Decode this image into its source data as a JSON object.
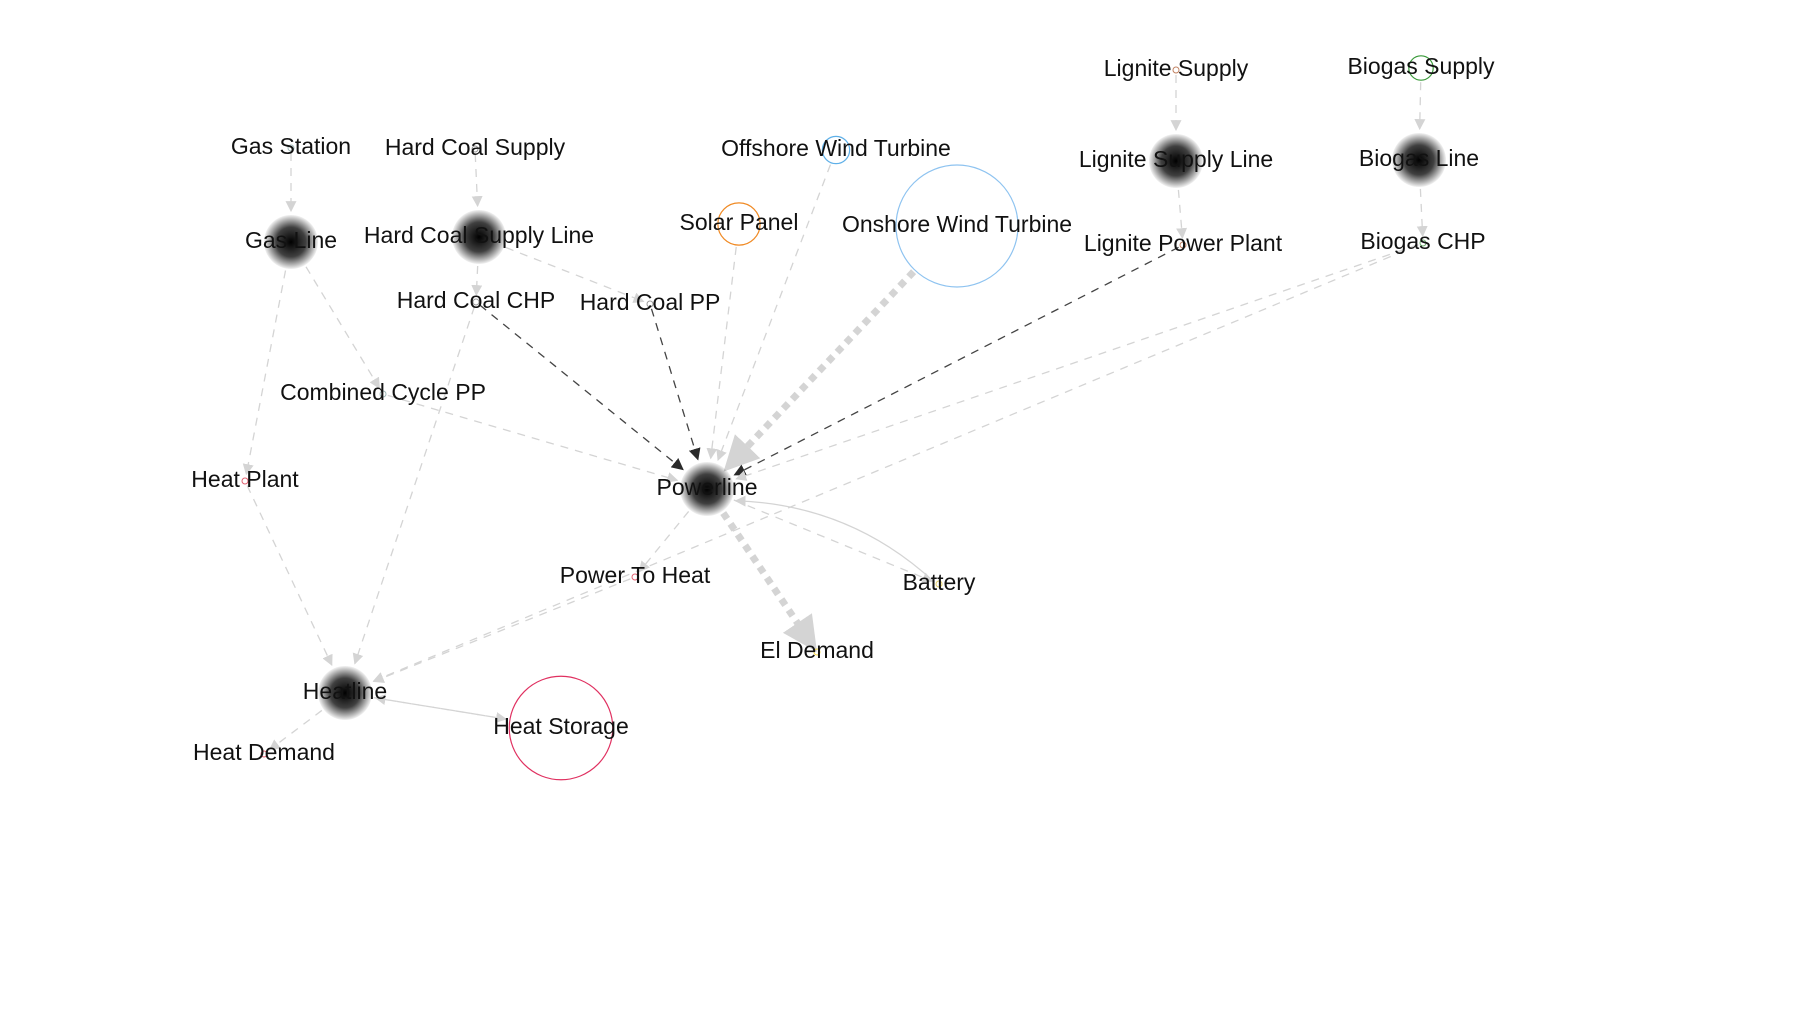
{
  "colors": {
    "edge_light": "#d4d4d4",
    "edge_dark": "#333333",
    "label": "#111111"
  },
  "nodes": [
    {
      "id": "gas_station",
      "label": "Gas Station",
      "marker": "point",
      "color": "#9fb8b8"
    },
    {
      "id": "gas_line",
      "label": "Gas Line",
      "marker": "bubble",
      "color": "#5f8f8f"
    },
    {
      "id": "hard_coal_supply",
      "label": "Hard Coal Supply",
      "marker": "point",
      "color": "#9a9a9a"
    },
    {
      "id": "hard_coal_supply_line",
      "label": "Hard Coal Supply Line",
      "marker": "bubble",
      "color": "#8a8a8a"
    },
    {
      "id": "hard_coal_chp",
      "label": "Hard Coal CHP",
      "marker": "point",
      "color": "#9a9a9a"
    },
    {
      "id": "hard_coal_pp",
      "label": "Hard Coal PP",
      "marker": "point",
      "color": "#9a9a9a"
    },
    {
      "id": "combined_cycle_pp",
      "label": "Combined Cycle PP",
      "marker": "point",
      "color": "#9fb8b8"
    },
    {
      "id": "heat_plant",
      "label": "Heat Plant",
      "marker": "point",
      "color": "#e06070"
    },
    {
      "id": "solar_panel",
      "label": "Solar Panel",
      "marker": "ring",
      "color": "#f08a24",
      "level": 0.12
    },
    {
      "id": "offshore_wind_turbine",
      "label": "Offshore Wind Turbine",
      "marker": "ring",
      "color": "#5fb0e8",
      "level": 0.05
    },
    {
      "id": "onshore_wind_turbine",
      "label": "Onshore Wind Turbine",
      "marker": "ring",
      "color": "#8ec3f0",
      "level": 1.0
    },
    {
      "id": "lignite_supply",
      "label": "Lignite Supply",
      "marker": "point",
      "color": "#c08060"
    },
    {
      "id": "lignite_supply_line",
      "label": "Lignite Supply Line",
      "marker": "bubble",
      "color": "#a35a36"
    },
    {
      "id": "lignite_power_plant",
      "label": "Lignite Power Plant",
      "marker": "point",
      "color": "#c08060"
    },
    {
      "id": "biogas_supply",
      "label": "Biogas Supply",
      "marker": "ring",
      "color": "#3a9a3a",
      "level": 0.04
    },
    {
      "id": "biogas_line",
      "label": "Biogas Line",
      "marker": "bubble",
      "color": "#2f8f2f"
    },
    {
      "id": "biogas_chp",
      "label": "Biogas CHP",
      "marker": "point",
      "color": "#6fb06f"
    },
    {
      "id": "powerline",
      "label": "Powerline",
      "marker": "bubble",
      "color": "#f6cf3a"
    },
    {
      "id": "power_to_heat",
      "label": "Power To Heat",
      "marker": "point",
      "color": "#e06070"
    },
    {
      "id": "battery",
      "label": "Battery",
      "marker": "point",
      "color": "#e8d36a"
    },
    {
      "id": "el_demand",
      "label": "El Demand",
      "marker": "point",
      "color": "#f6d84a"
    },
    {
      "id": "heatline",
      "label": "Heatline",
      "marker": "bubble",
      "color": "#f52a2a"
    },
    {
      "id": "heat_demand",
      "label": "Heat Demand",
      "marker": "point",
      "color": "#e06070"
    },
    {
      "id": "heat_storage",
      "label": "Heat Storage",
      "marker": "ring",
      "color": "#e03060",
      "level": 0.72
    }
  ],
  "edges": [
    {
      "from": "gas_station",
      "to": "gas_line",
      "weight": "thin",
      "tone": "light"
    },
    {
      "from": "hard_coal_supply",
      "to": "hard_coal_supply_line",
      "weight": "thin",
      "tone": "light"
    },
    {
      "from": "lignite_supply",
      "to": "lignite_supply_line",
      "weight": "thin",
      "tone": "light"
    },
    {
      "from": "biogas_supply",
      "to": "biogas_line",
      "weight": "thin",
      "tone": "light"
    },
    {
      "from": "gas_line",
      "to": "combined_cycle_pp",
      "weight": "thin",
      "tone": "light"
    },
    {
      "from": "gas_line",
      "to": "heat_plant",
      "weight": "thin",
      "tone": "light"
    },
    {
      "from": "hard_coal_supply_line",
      "to": "hard_coal_chp",
      "weight": "thin",
      "tone": "light"
    },
    {
      "from": "hard_coal_supply_line",
      "to": "hard_coal_pp",
      "weight": "thin",
      "tone": "light"
    },
    {
      "from": "lignite_supply_line",
      "to": "lignite_power_plant",
      "weight": "thin",
      "tone": "light"
    },
    {
      "from": "biogas_line",
      "to": "biogas_chp",
      "weight": "thin",
      "tone": "light"
    },
    {
      "from": "hard_coal_chp",
      "to": "powerline",
      "weight": "thin",
      "tone": "dark"
    },
    {
      "from": "hard_coal_chp",
      "to": "heatline",
      "weight": "thin",
      "tone": "light"
    },
    {
      "from": "hard_coal_pp",
      "to": "powerline",
      "weight": "thin",
      "tone": "dark"
    },
    {
      "from": "combined_cycle_pp",
      "to": "powerline",
      "weight": "thin",
      "tone": "light"
    },
    {
      "from": "heat_plant",
      "to": "heatline",
      "weight": "thin",
      "tone": "light"
    },
    {
      "from": "solar_panel",
      "to": "powerline",
      "weight": "thin",
      "tone": "light"
    },
    {
      "from": "offshore_wind_turbine",
      "to": "powerline",
      "weight": "thin",
      "tone": "light"
    },
    {
      "from": "onshore_wind_turbine",
      "to": "powerline",
      "weight": "heavy",
      "tone": "light"
    },
    {
      "from": "lignite_power_plant",
      "to": "powerline",
      "weight": "thin",
      "tone": "dark"
    },
    {
      "from": "biogas_chp",
      "to": "powerline",
      "weight": "thin",
      "tone": "light"
    },
    {
      "from": "biogas_chp",
      "to": "heatline",
      "weight": "thin",
      "tone": "light"
    },
    {
      "from": "powerline",
      "to": "power_to_heat",
      "weight": "thin",
      "tone": "light"
    },
    {
      "from": "power_to_heat",
      "to": "heatline",
      "weight": "thin",
      "tone": "light"
    },
    {
      "from": "powerline",
      "to": "battery",
      "weight": "thin",
      "tone": "light"
    },
    {
      "from": "battery",
      "to": "powerline",
      "weight": "thin",
      "tone": "light",
      "style": "solid"
    },
    {
      "from": "powerline",
      "to": "el_demand",
      "weight": "heavy",
      "tone": "light"
    },
    {
      "from": "heatline",
      "to": "heat_demand",
      "weight": "thin",
      "tone": "light"
    },
    {
      "from": "heatline",
      "to": "heat_storage",
      "weight": "thin",
      "tone": "light"
    },
    {
      "from": "heat_storage",
      "to": "heatline",
      "weight": "thin",
      "tone": "light"
    }
  ]
}
